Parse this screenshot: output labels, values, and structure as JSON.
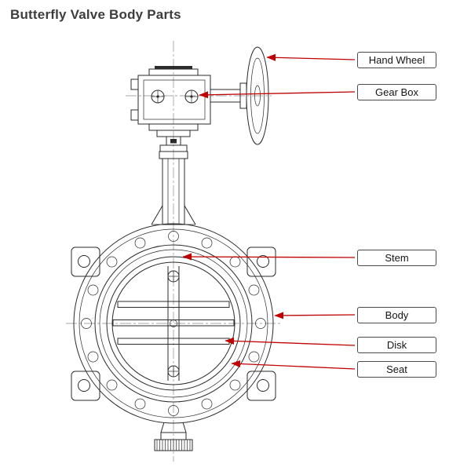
{
  "title": "Butterfly Valve Body Parts",
  "colors": {
    "arrow": "#c00000",
    "line": "#2b2b2b",
    "title_text": "#3d3d3d"
  },
  "labels": [
    {
      "name": "hand-wheel",
      "text": "Hand Wheel"
    },
    {
      "name": "gear-box",
      "text": "Gear Box"
    },
    {
      "name": "stem",
      "text": "Stem"
    },
    {
      "name": "body",
      "text": "Body"
    },
    {
      "name": "disk",
      "text": "Disk"
    },
    {
      "name": "seat",
      "text": "Seat"
    }
  ]
}
